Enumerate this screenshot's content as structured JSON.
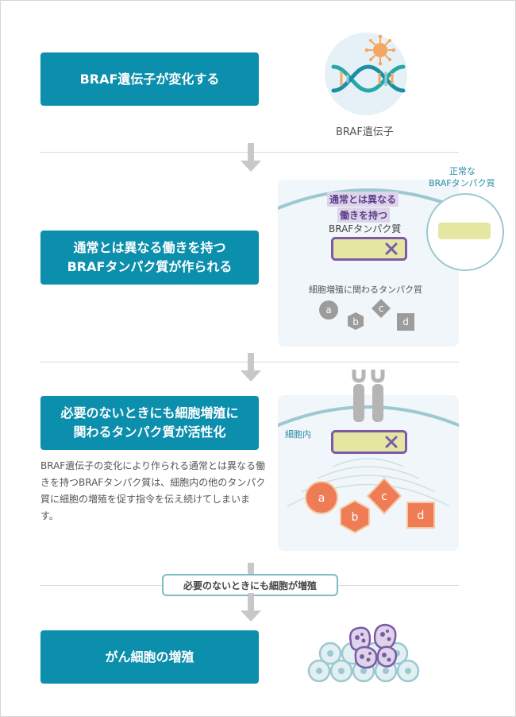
{
  "steps": [
    {
      "label": "BRAF遺伝子が変化する"
    },
    {
      "label": "通常とは異なる働きを持つ\nBRAFタンパク質が作られる"
    },
    {
      "label": "必要のないときにも細胞増殖に\n関わるタンパク質が活性化"
    },
    {
      "label": "がん細胞の増殖"
    }
  ],
  "gene_label": "BRAF遺伝子",
  "panel2": {
    "abnormal_line1": "通常とは異なる",
    "abnormal_line2": "働きを持つ",
    "abnormal_protein": "BRAFタンパク質",
    "normal_line1": "正常な",
    "normal_line2": "BRAFタンパク質",
    "growth_proteins": "細胞増殖に関わるタンパク質",
    "proteins": [
      "a",
      "b",
      "c",
      "d"
    ]
  },
  "panel3": {
    "inside_cell": "細胞内",
    "description": "BRAF遺伝子の変化により作られる通常とは異なる働きを持つBRAFタンパク質は、細胞内の他のタンパク質に細胞の増殖を促す指令を伝え続けてしまいます。",
    "proteins": [
      "a",
      "b",
      "c",
      "d"
    ]
  },
  "badge": "必要のないときにも細胞が増殖",
  "colors": {
    "step_bg": "#0c8fad",
    "arrow": "#c8c8c8",
    "panel_bg": "#f0f6f9",
    "membrane": "#9cc8d2",
    "abnormal_bar": "#e4e6a2",
    "abnormal_border": "#7d5aa7",
    "label_highlight": "#ddd4ea",
    "active_protein": "#ee7d55",
    "inactive_protein": "#9c9c9c",
    "dna_teal": "#25a8a8",
    "sun": "#f5a660"
  }
}
